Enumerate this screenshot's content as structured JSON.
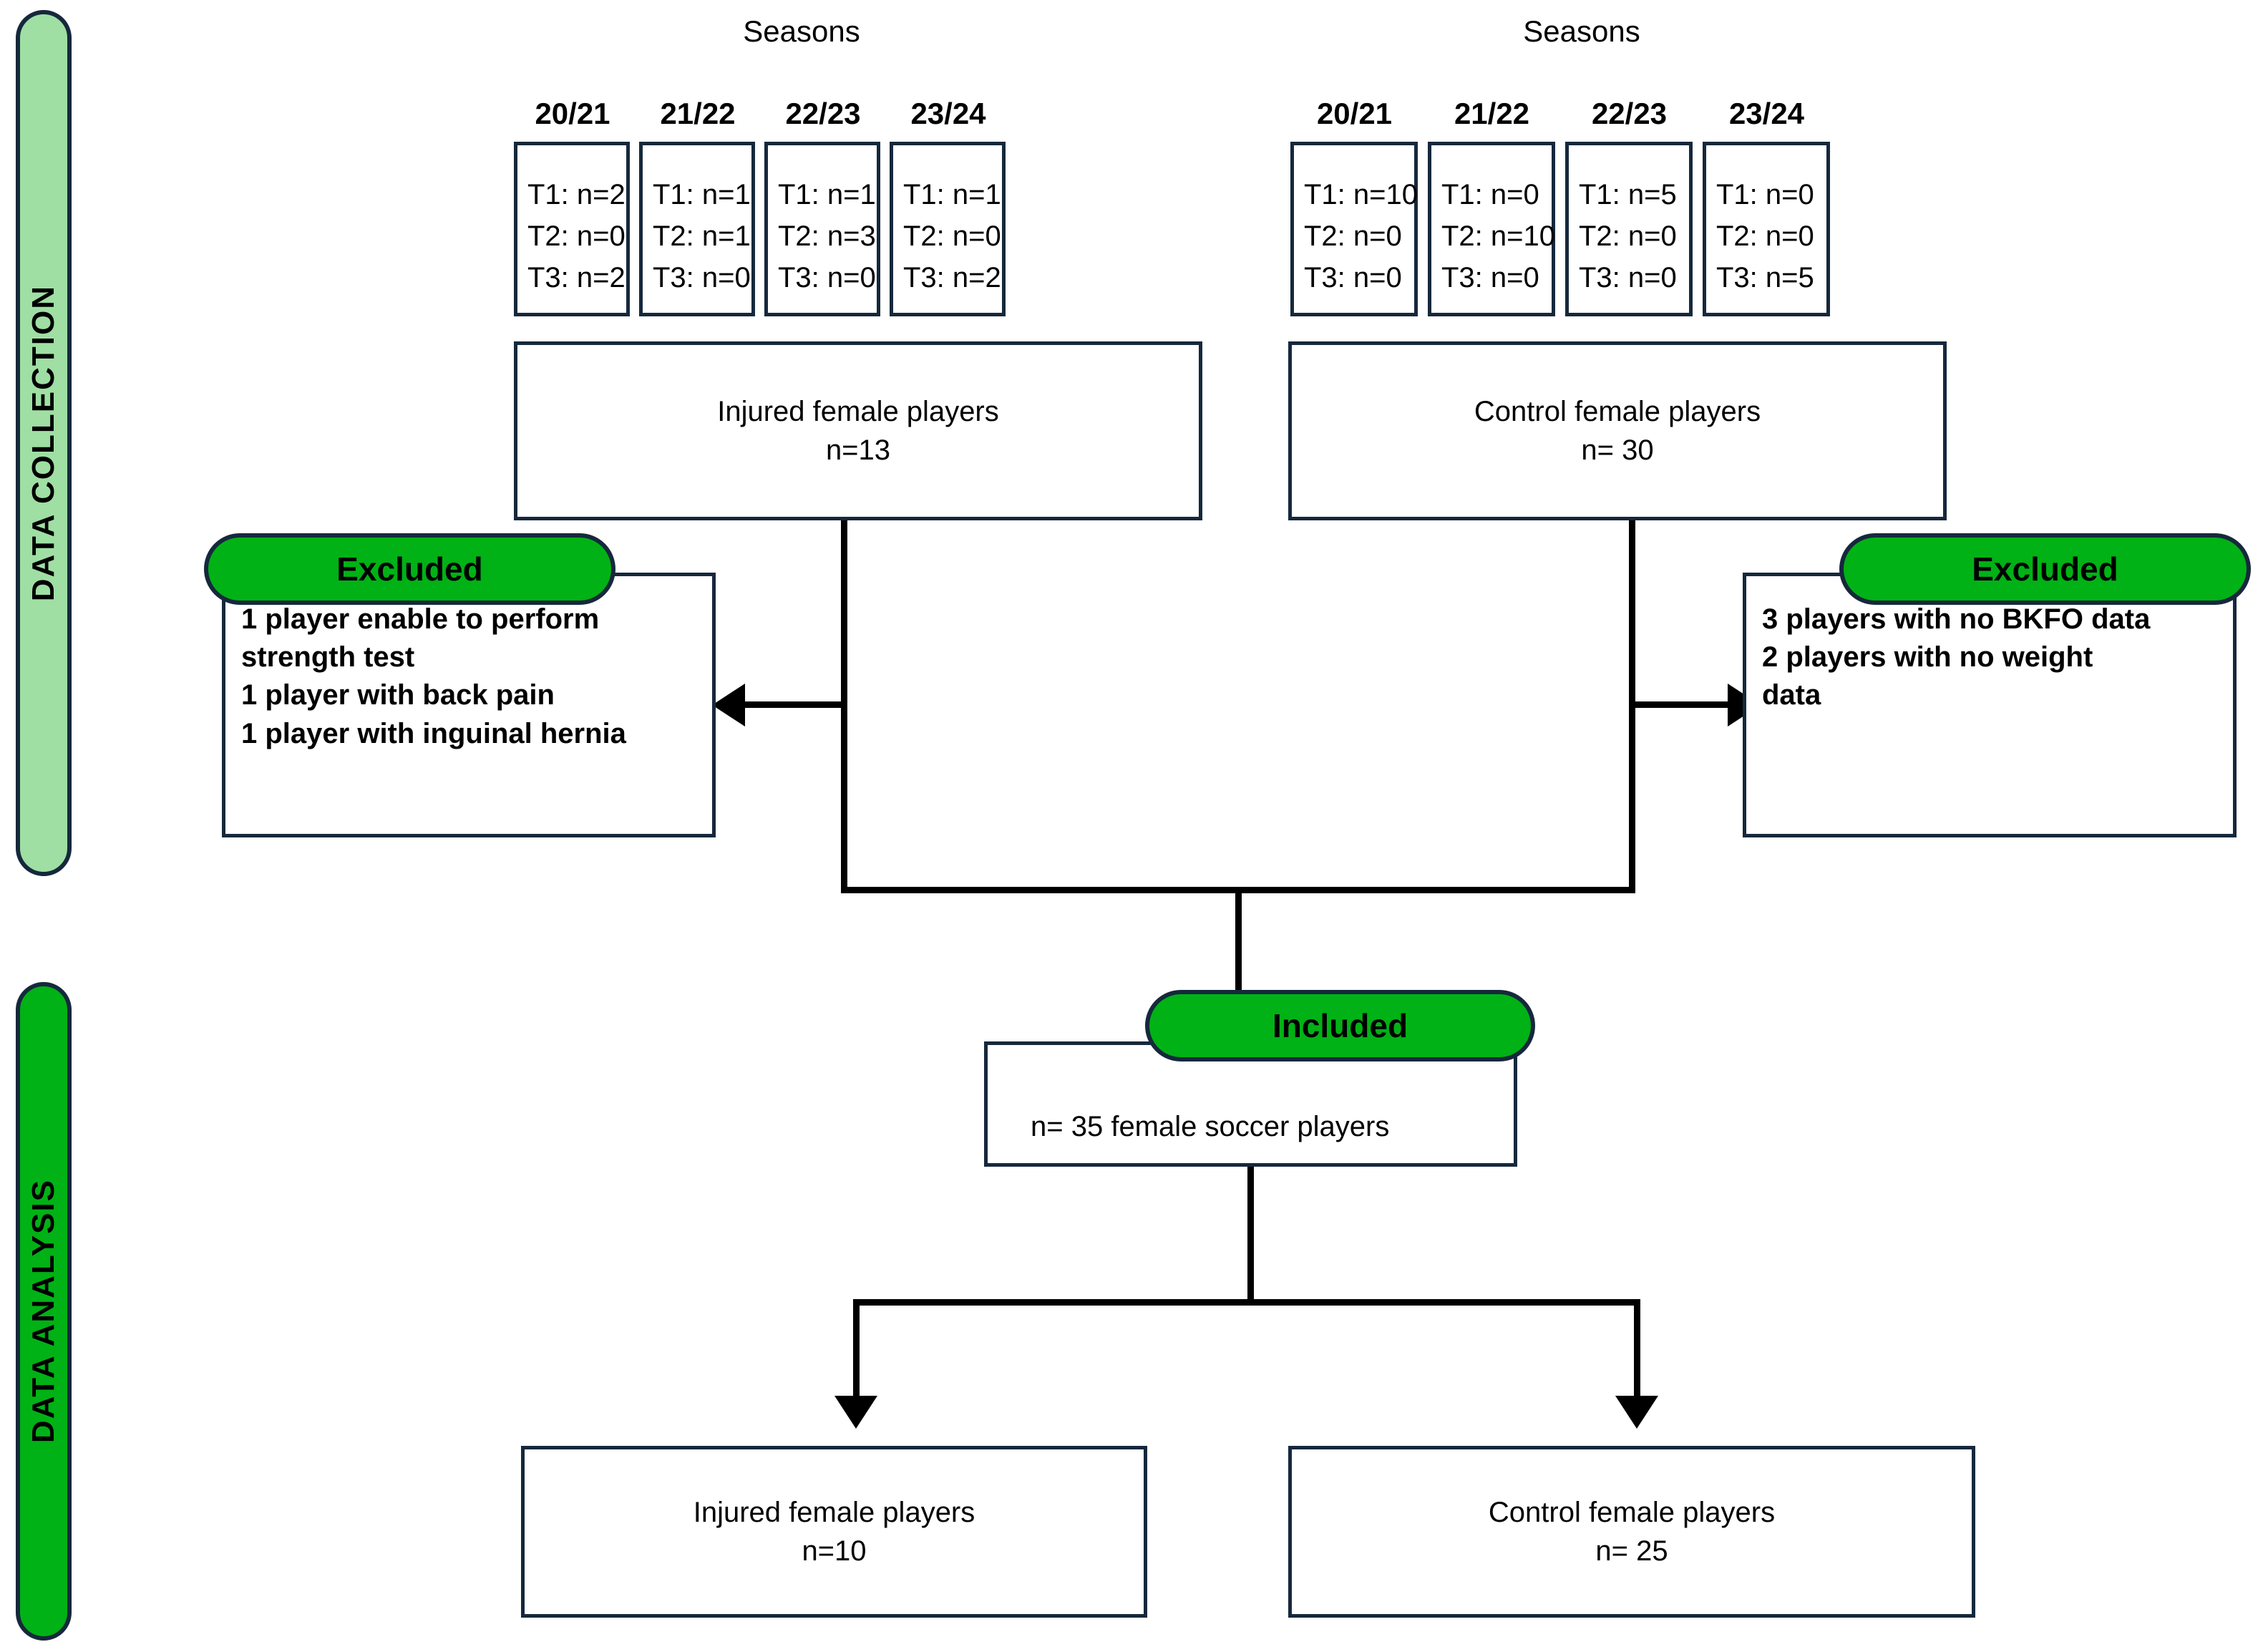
{
  "phases": [
    {
      "label": "DATA COLLECTION",
      "color": "#9fdfa3"
    },
    {
      "label": "DATA ANALYSIS",
      "color": "#00b215"
    }
  ],
  "colors": {
    "border": "#16283c",
    "pill_green": "#00b215",
    "phase_light_green": "#9fdfa3",
    "connector": "#000000",
    "background": "#ffffff"
  },
  "headings": {
    "seasons_left": "Seasons",
    "seasons_right": "Seasons"
  },
  "injured_group": {
    "season_years": [
      "20/21",
      "21/22",
      "22/23",
      "23/24"
    ],
    "cells": [
      {
        "year": "20/21",
        "rows": [
          "T1: n=2",
          "T2: n=0",
          "T3: n=2"
        ]
      },
      {
        "year": "21/22",
        "rows": [
          "T1: n=1",
          "T2: n=1",
          "T3: n=0"
        ]
      },
      {
        "year": "22/23",
        "rows": [
          "T1: n=1",
          "T2: n=3",
          "T3: n=0"
        ]
      },
      {
        "year": "23/24",
        "rows": [
          "T1: n=1",
          "T2: n=0",
          "T3: n=2"
        ]
      }
    ],
    "summary": {
      "title": "Injured female players",
      "count": "n=13"
    }
  },
  "control_group": {
    "season_years": [
      "20/21",
      "21/22",
      "22/23",
      "23/24"
    ],
    "cells": [
      {
        "year": "20/21",
        "rows": [
          "T1: n=10",
          "T2: n=0",
          "T3: n=0"
        ]
      },
      {
        "year": "21/22",
        "rows": [
          "T1: n=0",
          "T2: n=10",
          "T3: n=0"
        ]
      },
      {
        "year": "22/23",
        "rows": [
          "T1: n=5",
          "T2: n=0",
          "T3: n=0"
        ]
      },
      {
        "year": "23/24",
        "rows": [
          "T1: n=0",
          "T2: n=0",
          "T3: n=5"
        ]
      }
    ],
    "summary": {
      "title": "Control female players",
      "count": "n= 30"
    }
  },
  "excluded_left": {
    "pill_label": "Excluded",
    "reasons": [
      "1 player enable to perform",
      "strength test",
      "1 player with back pain",
      "1 player with inguinal hernia"
    ]
  },
  "excluded_right": {
    "pill_label": "Excluded",
    "reasons": [
      "3 players with no BKFO data",
      "2 players with no weight",
      "data"
    ]
  },
  "included": {
    "pill_label": "Included",
    "text": "n= 35 female soccer players"
  },
  "analysis_groups": [
    {
      "title": "Injured female players",
      "count": "n=10"
    },
    {
      "title": "Control female players",
      "count": "n= 25"
    }
  ]
}
